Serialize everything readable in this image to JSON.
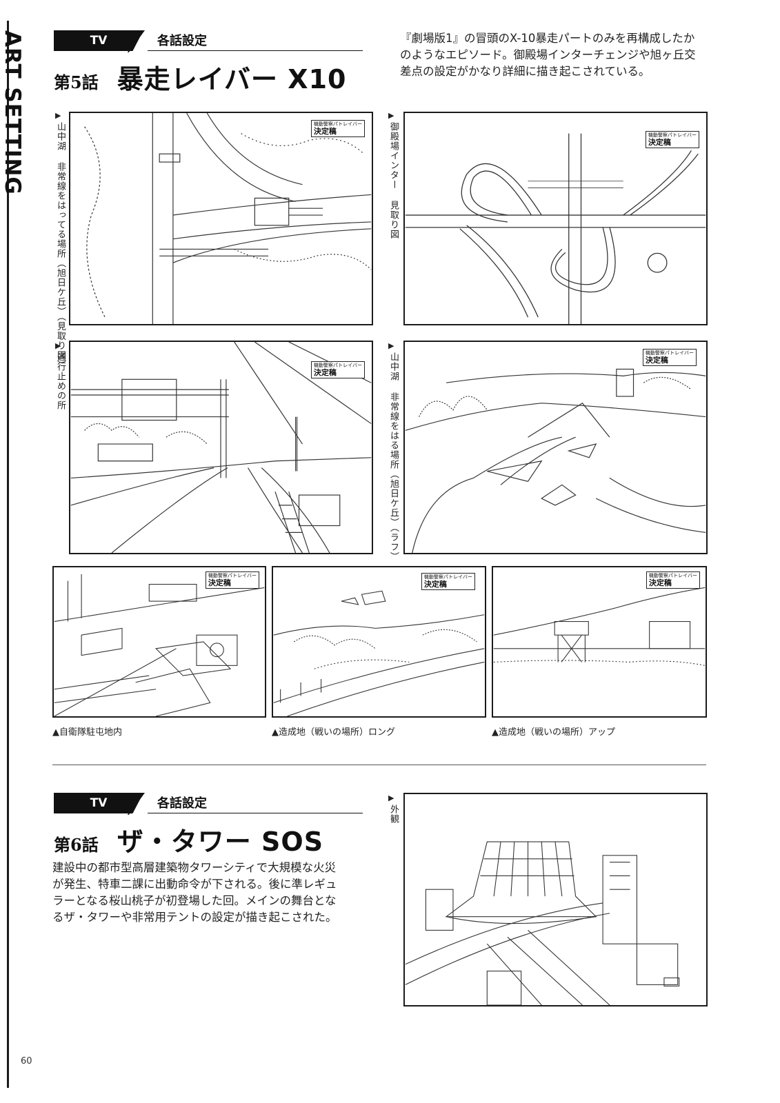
{
  "spine": {
    "label": "ART SETTING"
  },
  "page_number": "60",
  "episode5": {
    "tag": "TV",
    "subtitle": "各話設定",
    "number": "第5話",
    "title": "暴走レイバー X10",
    "description_lines": [
      "『劇場版1』の冒頭のX-10暴走パートのみを再構成したか",
      "のようなエピソード。御殿場インターチェンジや旭ヶ丘交",
      "差点の設定がかなり詳細に描き起こされている。"
    ],
    "panels": [
      {
        "caption": "山中湖 非常線をはってる場所（旭日ケ丘）（見取り図）",
        "stamp_small": "機動警察パトレイバー",
        "stamp": "決定稿"
      },
      {
        "caption": "御殿場インター 見取り図",
        "stamp_small": "機動警察パトレイバー",
        "stamp": "決定稿"
      },
      {
        "caption": "通行止めの所",
        "stamp_small": "機動警察パトレイバー",
        "stamp": "決定稿"
      },
      {
        "caption": "山中湖 非常線をはる場所（旭日ケ丘）（ラフ）",
        "stamp_small": "機動警察パトレイバー",
        "stamp": "決定稿"
      },
      {
        "caption": "▲自衛隊駐屯地内",
        "stamp_small": "機動警察パトレイバー",
        "stamp": "決定稿"
      },
      {
        "caption": "▲造成地（戦いの場所）ロング",
        "stamp_small": "機動警察パトレイバー",
        "stamp": "決定稿"
      },
      {
        "caption": "▲造成地（戦いの場所）アップ",
        "stamp_small": "機動警察パトレイバー",
        "stamp": "決定稿"
      }
    ]
  },
  "episode6": {
    "tag": "TV",
    "subtitle": "各話設定",
    "number": "第6話",
    "title": "ザ・タワー SOS",
    "description_lines": [
      "建設中の都市型高層建築物タワーシティで大規模な火災",
      "が発生、特車二課に出動命令が下される。後に準レギュ",
      "ラーとなる桜山桃子が初登場した回。メインの舞台とな",
      "るザ・タワーや非常用テントの設定が描き起こされた。"
    ],
    "panel_caption": "外観"
  },
  "arrow_glyph": "▶"
}
